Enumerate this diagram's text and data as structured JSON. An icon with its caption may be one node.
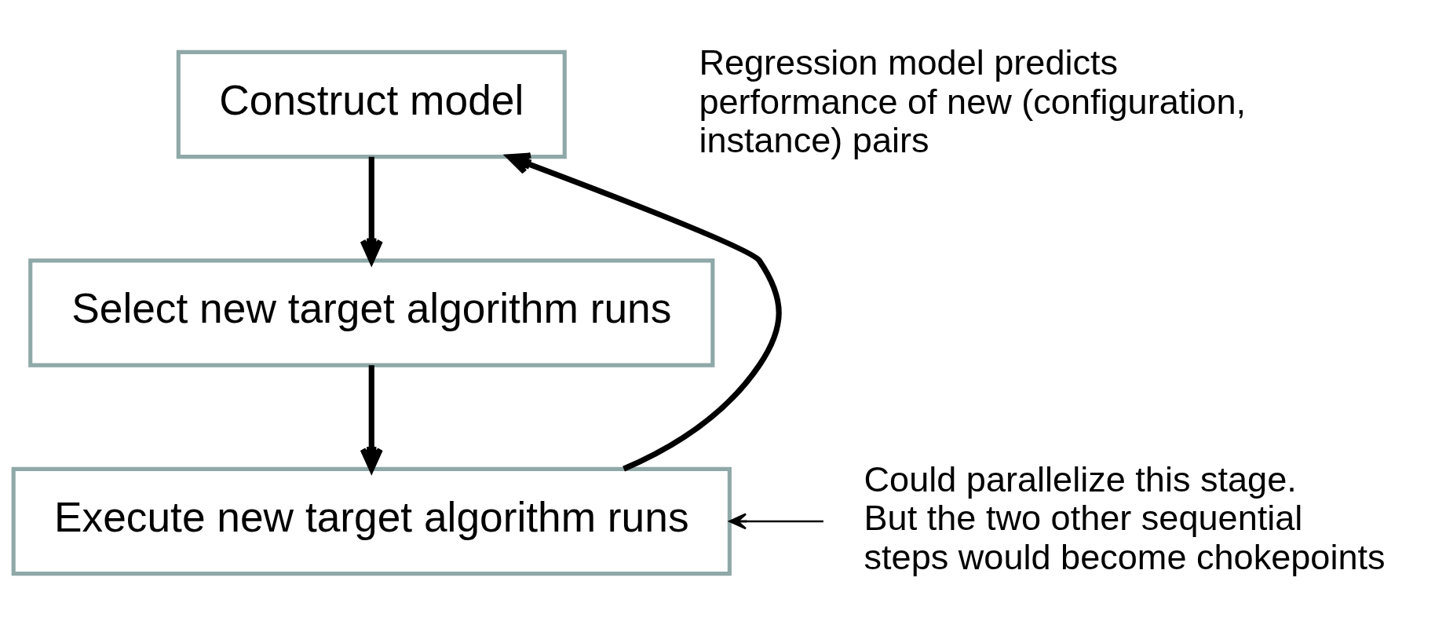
{
  "diagram": {
    "nodes": [
      {
        "text": [
          "Construct model"
        ],
        "beside": [
          "Regression model predicts performance of new (configuration, instance) pairs"
        ]
      },
      {
        "text": [
          "Select new target algorithm runs"
        ]
      },
      {
        "text": [
          "Execute new target algorithm runs"
        ]
      },
      {
        "text": [
          "Could parallelize this stage. But the two other sequential steps would become chokepoints"
        ]
      }
    ],
    "edges": [
      {
        "from": 0,
        "to": 1,
        "arrow": "to"
      },
      {
        "from": 1,
        "to": 2,
        "arrow": "to"
      },
      {
        "from": 2,
        "to": 0,
        "arrow": "to"
      },
      {
        "from": 3,
        "to": 2,
        "arrow": "to"
      }
    ]
  }
}
